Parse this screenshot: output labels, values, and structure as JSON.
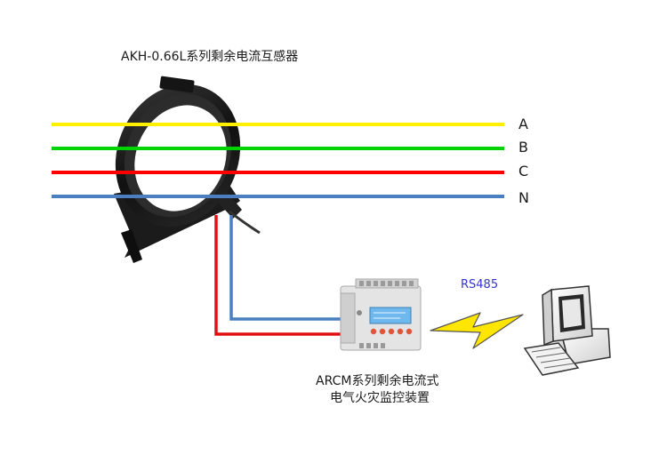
{
  "diagram": {
    "ct_title": "AKH-0.66L系列剩余电流互感器",
    "phases": {
      "a": {
        "label": "A",
        "color": "#ffef00"
      },
      "b": {
        "label": "B",
        "color": "#00d400"
      },
      "c": {
        "label": "C",
        "color": "#ff0000"
      },
      "n": {
        "label": "N",
        "color": "#4a7fc1"
      }
    },
    "link_label": "RS485",
    "device_line1": "ARCM系列剩余电流式",
    "device_line2": "电气火灾监控装置",
    "link_color": "#ffe600",
    "signal_colors": {
      "red": "#e01010",
      "blue": "#4a7fc1"
    },
    "icons": [
      "current-transformer-icon",
      "monitor-device-icon",
      "lightning-bolt-icon",
      "computer-icon"
    ]
  }
}
